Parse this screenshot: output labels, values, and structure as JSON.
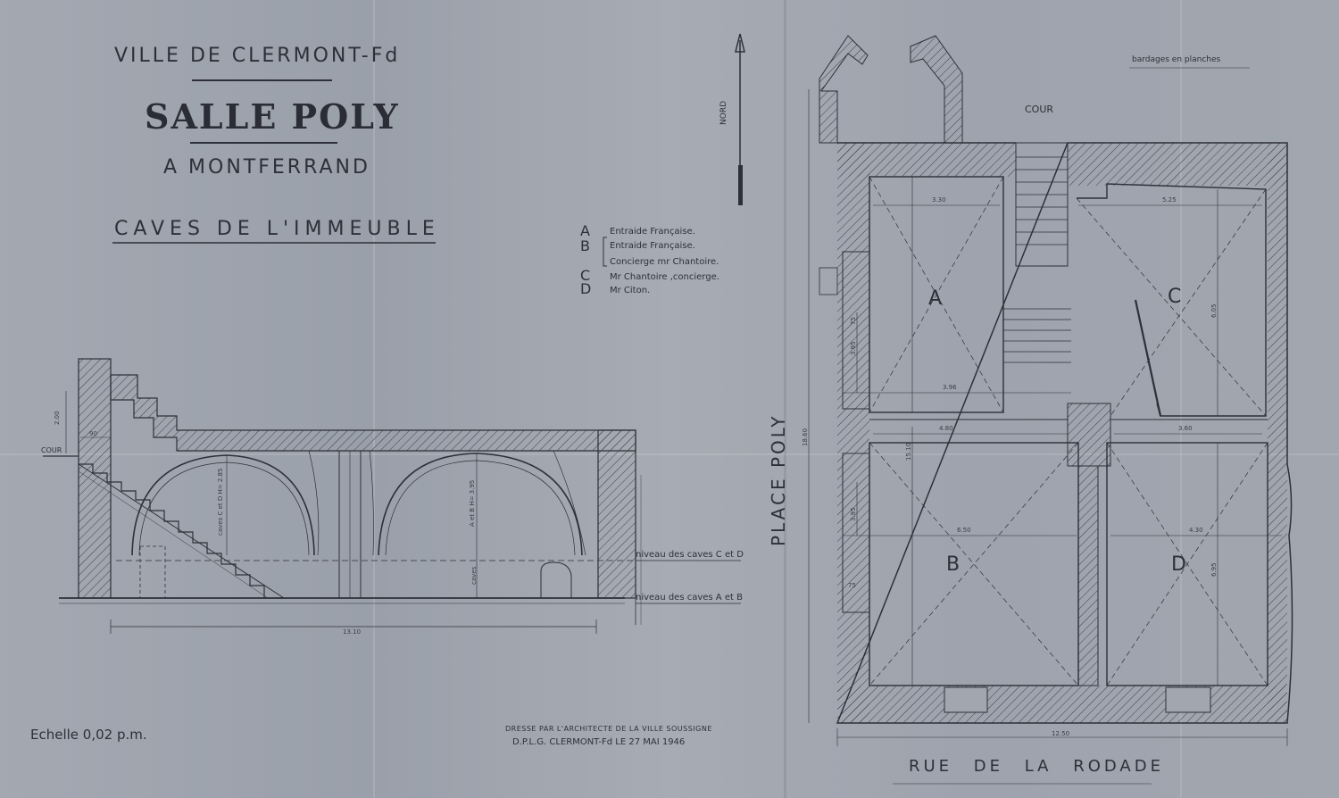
{
  "title": {
    "city": "VILLE DE CLERMONT-Fd",
    "main": "SALLE POLY",
    "place": "A MONTFERRAND",
    "subtitle": "CAVES DE L'IMMEUBLE"
  },
  "north_label": "NORD",
  "legend": [
    {
      "letter": "A",
      "text": "Entraide Française."
    },
    {
      "letter": "B",
      "text": "Entraide Française."
    },
    {
      "letter": "",
      "text": "Concierge mr Chantoire."
    },
    {
      "letter": "C",
      "text": "Mr Chantoire ,concierge."
    },
    {
      "letter": "D",
      "text": "Mr Citon."
    }
  ],
  "section": {
    "cour": "COUR",
    "level_cd": "niveau des caves C et D",
    "level_ab": "niveau des caves A et B",
    "dims": {
      "height_left": "2.00",
      "width_left": "90",
      "total": "13.10",
      "vault_cd": "caves C et D  H= 2.85",
      "vault_ab": "A et B  H= 3.95",
      "caves": "caves"
    }
  },
  "plan": {
    "cour": "COUR",
    "bardage": "bardages en planches",
    "place": "PLACE POLY",
    "street": "RUE DE LA RODADE",
    "rooms": [
      "A",
      "B",
      "C",
      "D"
    ],
    "dims": {
      "a_width": "3.30",
      "c_width": "5.25",
      "total_height": "18.60",
      "d1": "3.96",
      "d2": "4.80",
      "d3": "3.60",
      "d4": "6.50",
      "d5": "4.30",
      "d6": "15.10",
      "d7": "3.95",
      "d8": "3.95",
      "d9": "6.05",
      "d10": "6.95",
      "d11": "75",
      "d12": "75",
      "total_width": "12.50"
    }
  },
  "footer": {
    "scale": "Echelle 0,02 p.m.",
    "drawn_by": "DRESSE PAR L'ARCHITECTE DE LA VILLE SOUSSIGNE",
    "signature": "D.P.L.G. CLERMONT-Fd  LE 27 MAI 1946"
  }
}
